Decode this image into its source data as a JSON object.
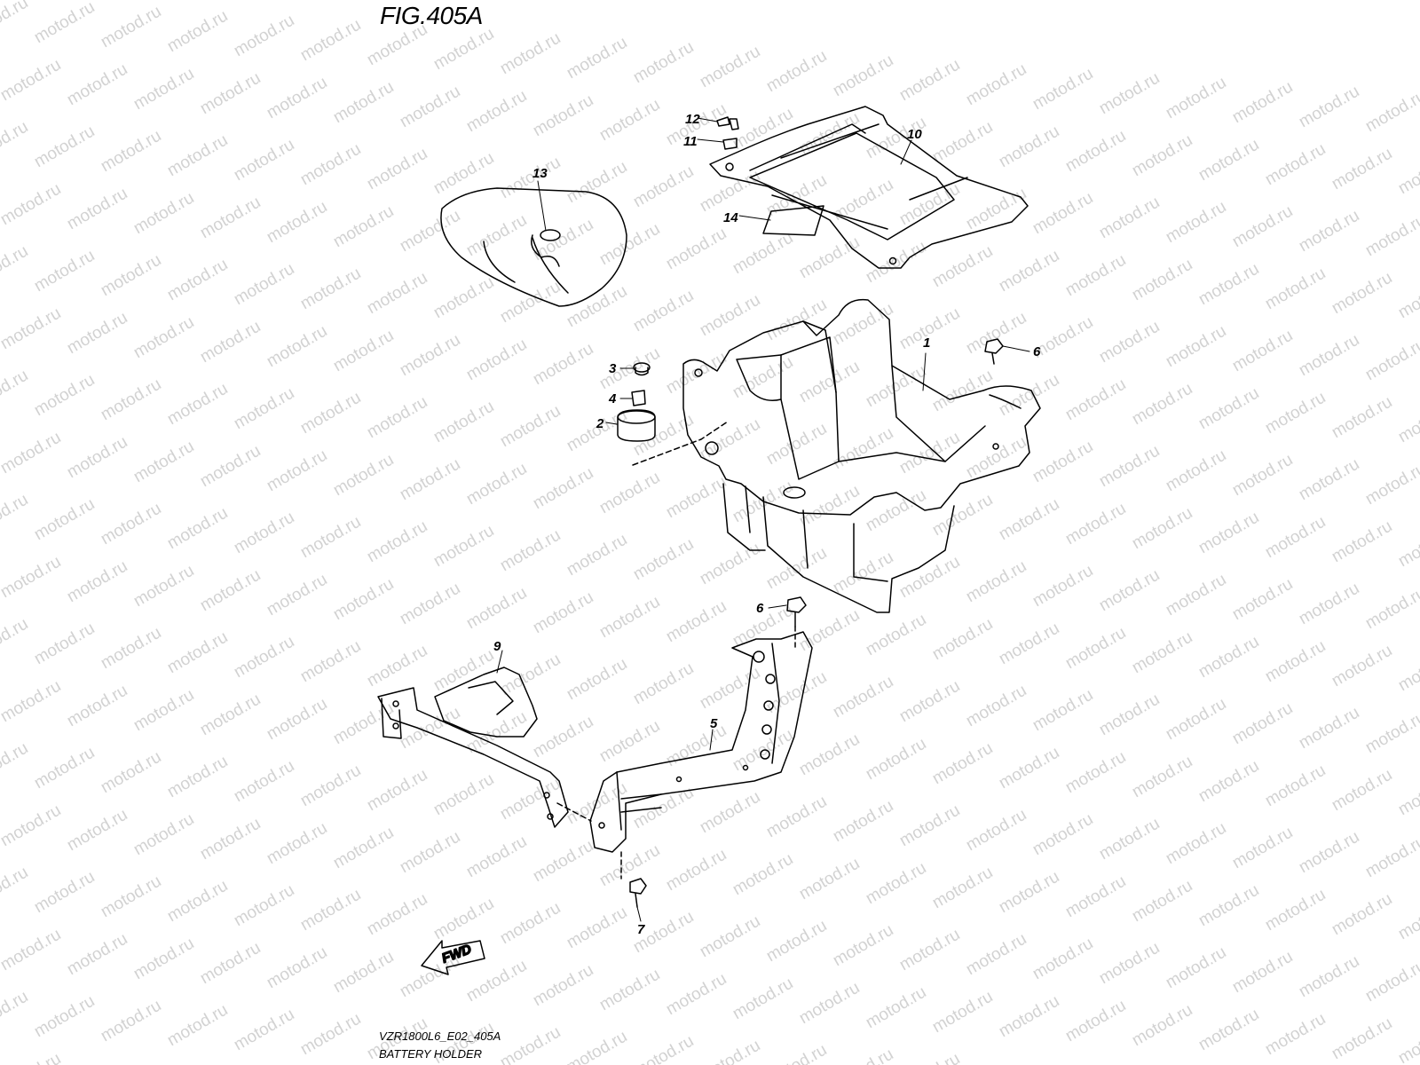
{
  "figure": {
    "title": "FIG.405A",
    "model_code": "VZR1800L6_E02_405A",
    "name": "BATTERY HOLDER"
  },
  "fwd_label": "FWD",
  "watermark": "motod.ru",
  "callouts": [
    "1",
    "2",
    "3",
    "4",
    "5",
    "6",
    "6",
    "7",
    "9",
    "10",
    "11",
    "12",
    "13",
    "14"
  ],
  "colors": {
    "line": "#000000",
    "watermark": "#d2d2d2"
  }
}
